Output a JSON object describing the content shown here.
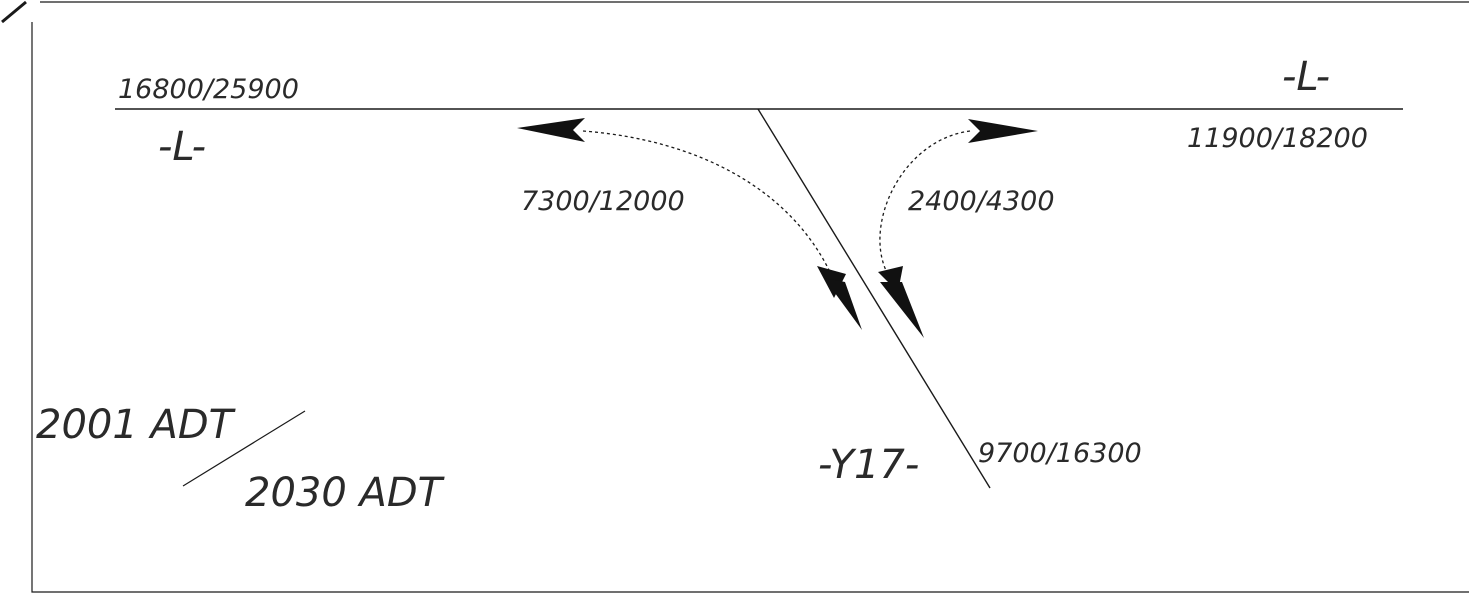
{
  "diagram": {
    "mainline_left_top": "16800/25900",
    "mainline_left_label": "-L-",
    "mainline_right_label": "-L-",
    "mainline_right_bottom": "11900/18200",
    "turn_left_volume": "7300/12000",
    "turn_right_volume": "2400/4300",
    "side_road_label": "-Y17-",
    "side_road_volume": "9700/16300",
    "legend_top": "2001 ADT",
    "legend_bottom": "2030 ADT",
    "colors": {
      "ink": "#1a1a1a",
      "paper": "#ffffff"
    }
  }
}
